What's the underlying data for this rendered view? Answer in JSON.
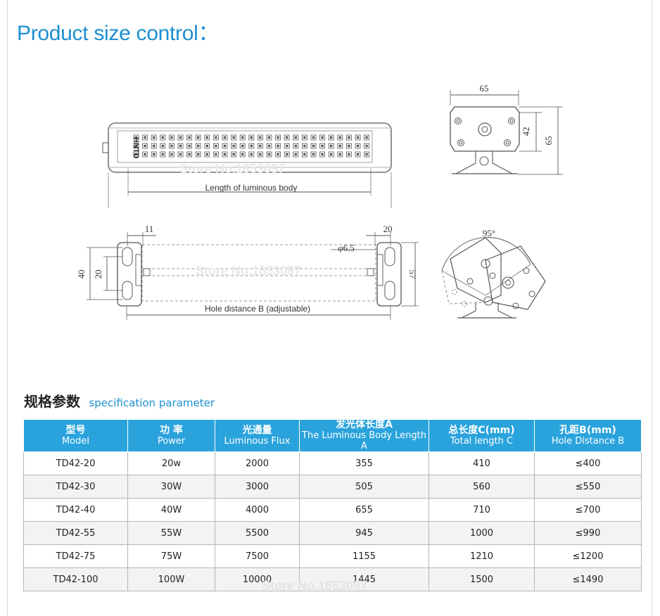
{
  "header": {
    "title": "Product size control："
  },
  "drawing": {
    "brand": "HNTD",
    "watermark": "Store No.1653097",
    "length_label": "Length of luminous body",
    "hole_label": "Hole distance B (adjustable)",
    "dims": {
      "end_width": "65",
      "end_inner_height": "42",
      "end_height": "65",
      "left_offset": "11",
      "right_offset": "20",
      "hole_dia": "φ6.5",
      "bracket_height": "40",
      "slot_spacing": "20",
      "total_height": "57",
      "angle": "95°"
    }
  },
  "spec": {
    "title_cn": "规格参数",
    "title_en": "specification parameter",
    "columns": [
      {
        "cn": "型号",
        "en": "Model"
      },
      {
        "cn": "功 率",
        "en": "Power"
      },
      {
        "cn": "光通量",
        "en": "Luminous Flux"
      },
      {
        "cn": "发光体长度A",
        "en": "The Luminous Body Length A"
      },
      {
        "cn": "总长度C(mm)",
        "en": "Total length C"
      },
      {
        "cn": "孔距B(mm)",
        "en": "Hole Distance B"
      }
    ],
    "rows": [
      [
        "TD42-20",
        "20w",
        "2000",
        "355",
        "410",
        "≤400"
      ],
      [
        "TD42-30",
        "30W",
        "3000",
        "505",
        "560",
        "≤550"
      ],
      [
        "TD42-40",
        "40W",
        "4000",
        "655",
        "710",
        "≤700"
      ],
      [
        "TD42-55",
        "55W",
        "5500",
        "945",
        "1000",
        "≤990"
      ],
      [
        "TD42-75",
        "75W",
        "7500",
        "1155",
        "1210",
        "≤1200"
      ],
      [
        "TD42-100",
        "100W",
        "10000",
        "1445",
        "1500",
        "≤1490"
      ]
    ],
    "watermark": "Store No.1653097"
  }
}
